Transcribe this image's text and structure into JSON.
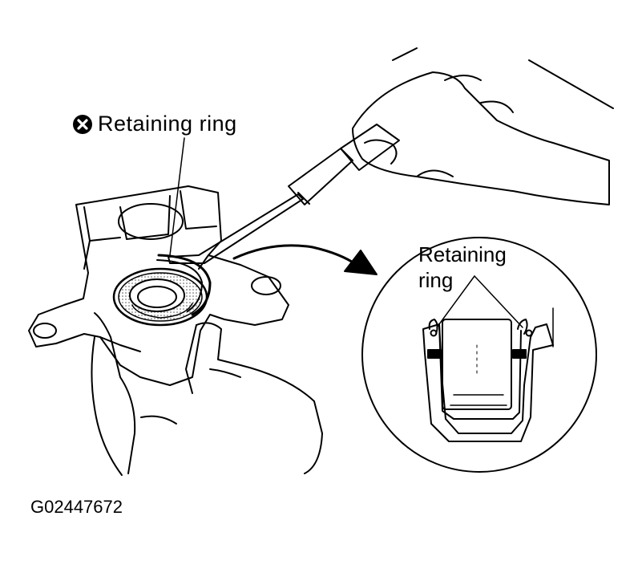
{
  "main_label": "Retaining ring",
  "main_label_marker": "do-not-reuse-x-icon",
  "detail_label_line1": "Retaining",
  "detail_label_line2": "ring",
  "figure_code": "G02447672",
  "colors": {
    "ink": "#000000",
    "paper": "#ffffff",
    "stipple": "#9a9a9a"
  }
}
